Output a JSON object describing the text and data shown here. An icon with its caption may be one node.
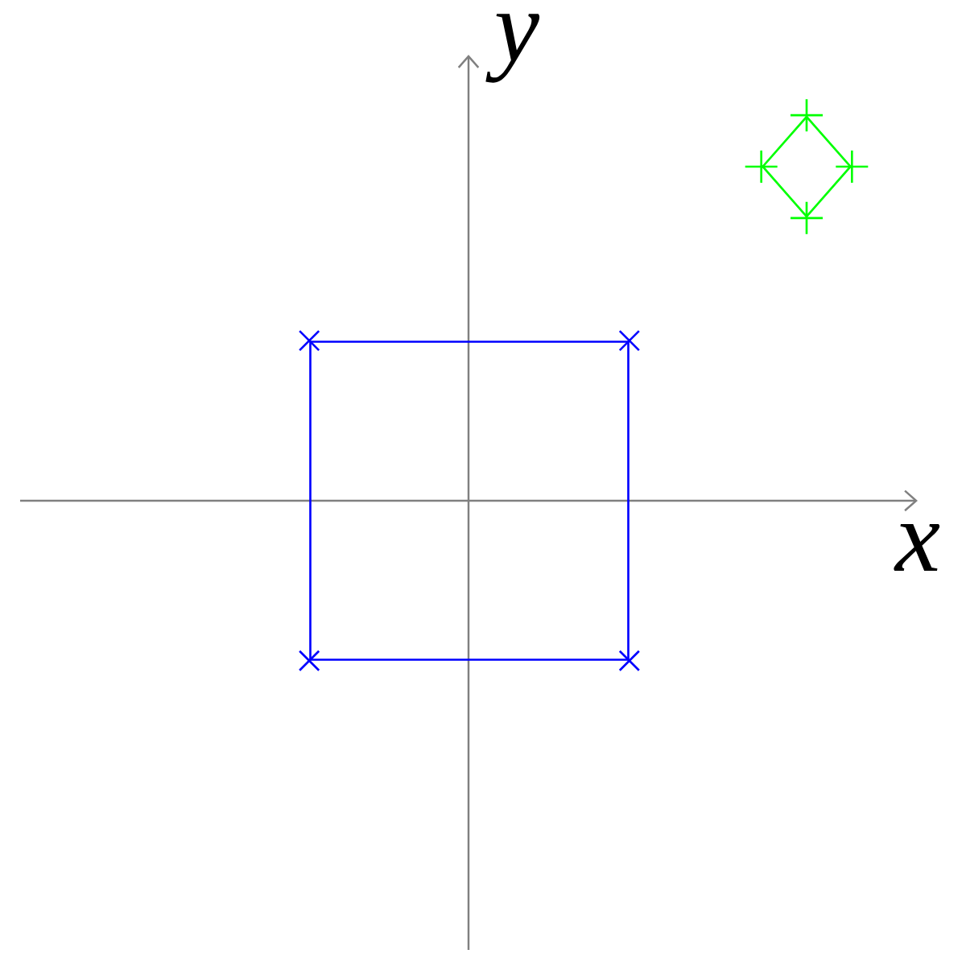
{
  "diagram": {
    "nodes": [
      {
        "text": [],
        "shape": "box"
      },
      {
        "text": [],
        "shape": "diamond"
      }
    ],
    "labels": [
      "y",
      "x"
    ]
  }
}
